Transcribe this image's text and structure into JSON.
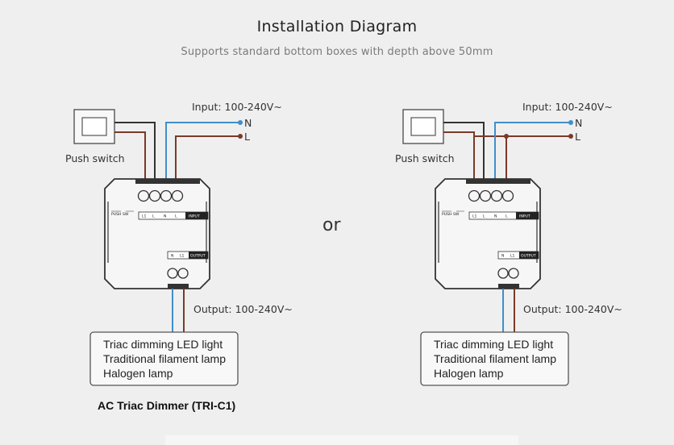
{
  "title": "Installation Diagram",
  "subtitle": "Supports standard bottom boxes with depth above 50mm",
  "separator": "or",
  "colors": {
    "blue": "#3f8fcc",
    "brown": "#7a3a28",
    "dark": "#333333",
    "body": "#e9e9e9"
  },
  "left": {
    "input_label": "Input: 100-240V~",
    "n_label": "N",
    "l_label": "L",
    "push_switch": "Push switch",
    "output_label": "Output: 100-240V~",
    "input_terminals": [
      "L1",
      "L",
      "N",
      "L"
    ],
    "input_tag": "INPUT",
    "output_terminals": [
      "N",
      "L1"
    ],
    "output_tag": "OUTPUT",
    "push_sw_mark": "PUSH SW",
    "loads": [
      "Triac dimming LED light",
      "Traditional filament lamp",
      "Halogen lamp"
    ],
    "caption": "AC Triac Dimmer  (TRI-C1)"
  },
  "right": {
    "input_label": "Input: 100-240V~",
    "n_label": "N",
    "l_label": "L",
    "push_switch": "Push switch",
    "output_label": "Output: 100-240V~",
    "input_terminals": [
      "L1",
      "L",
      "N",
      "L"
    ],
    "input_tag": "INPUT",
    "output_terminals": [
      "N",
      "L1"
    ],
    "output_tag": "OUTPUT",
    "push_sw_mark": "PUSH SW",
    "loads": [
      "Triac dimming LED light",
      "Traditional filament lamp",
      "Halogen lamp"
    ]
  }
}
